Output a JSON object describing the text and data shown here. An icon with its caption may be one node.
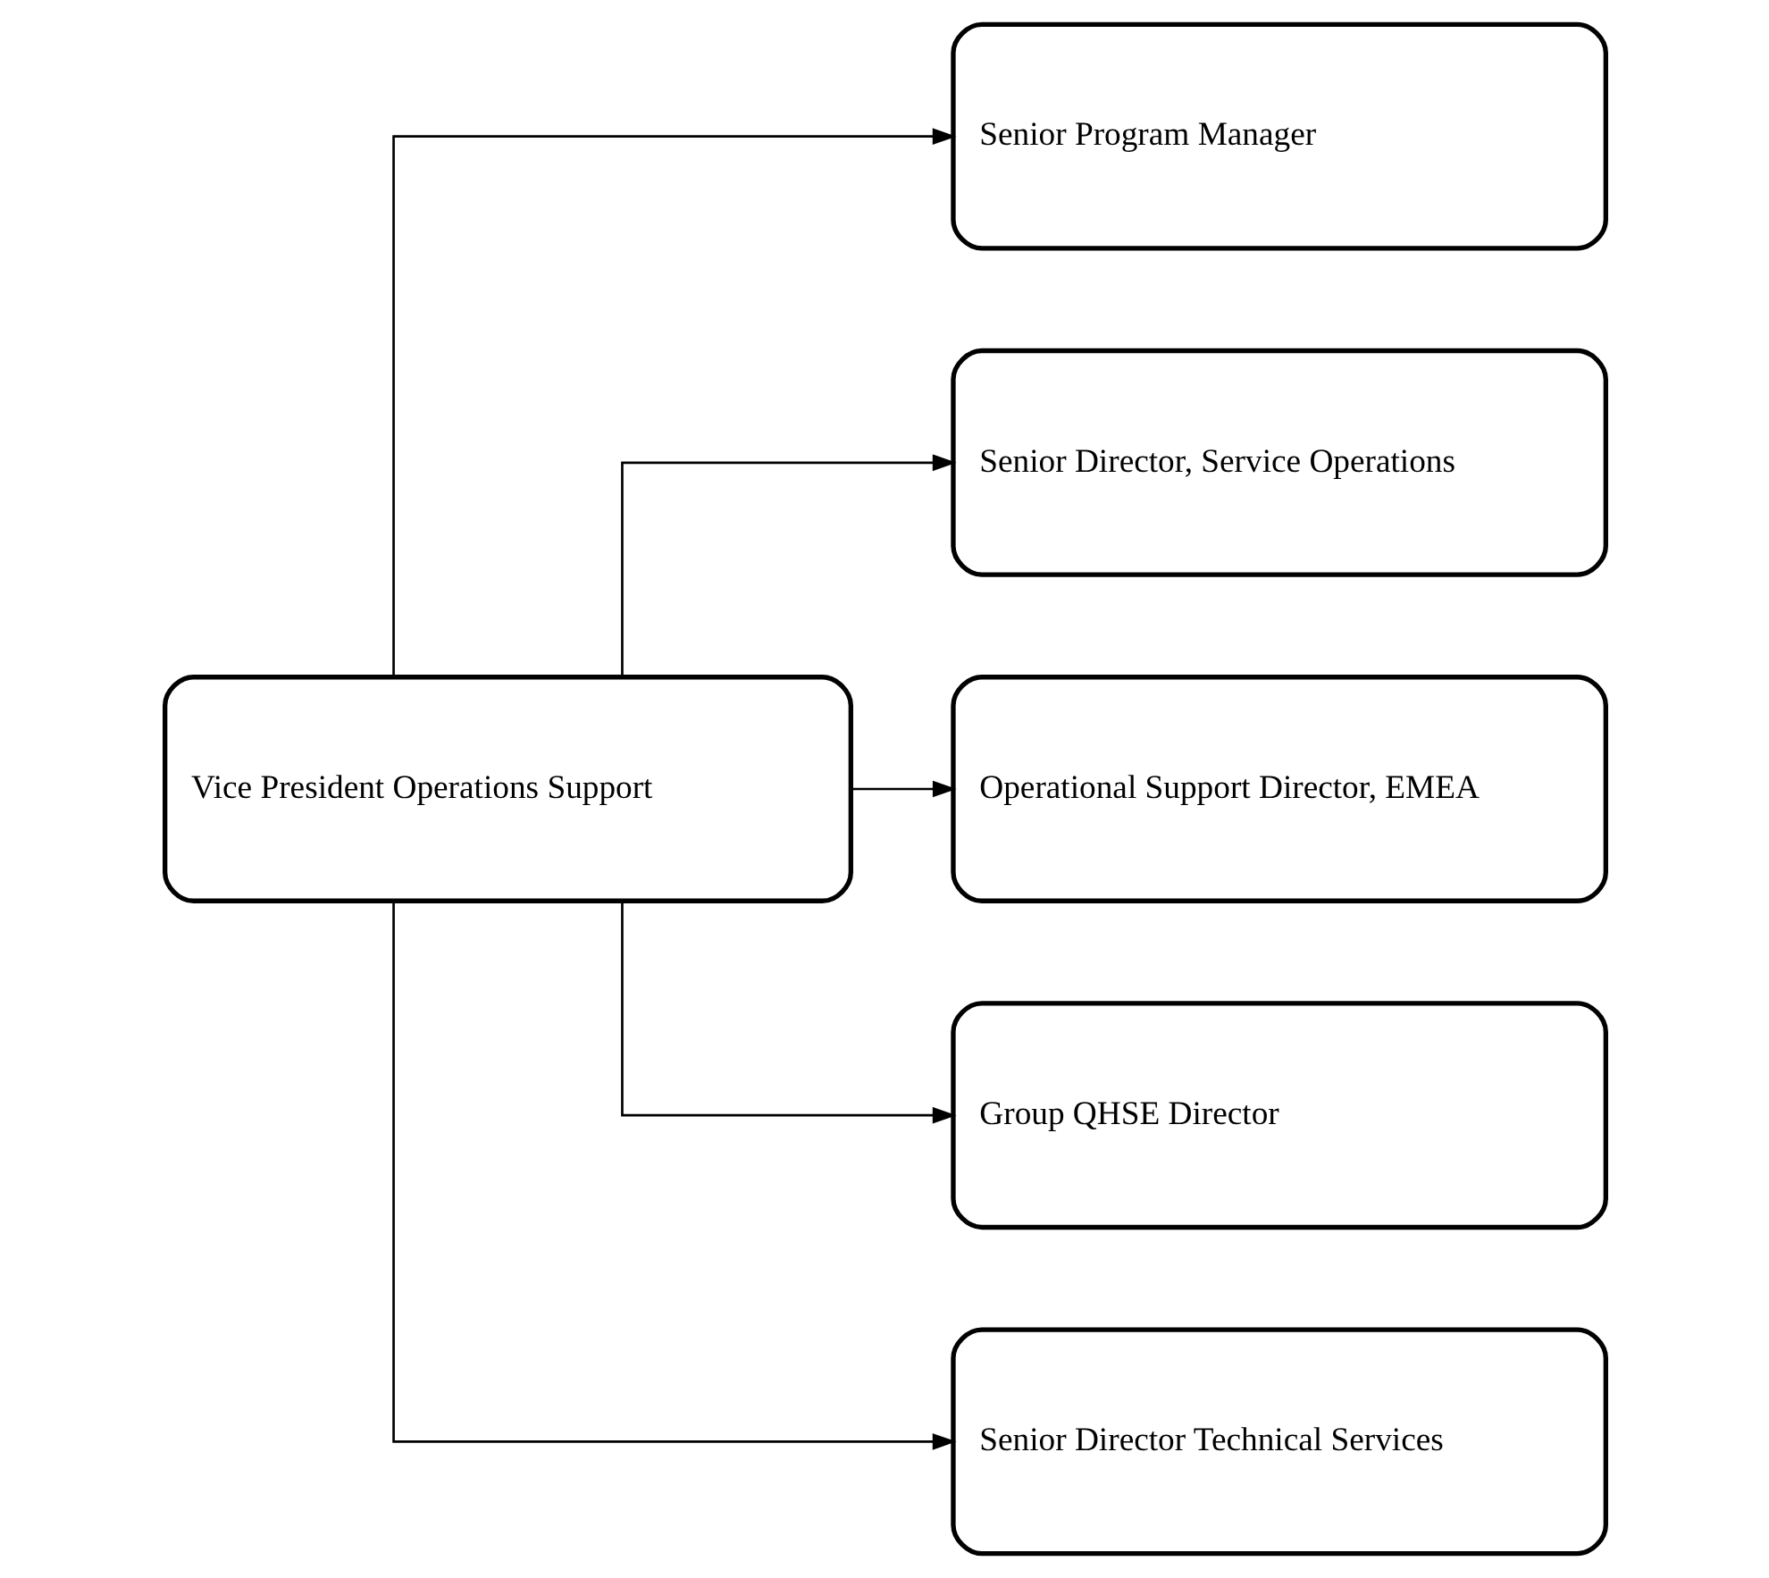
{
  "diagram": {
    "nodes": [
      {
        "text": [
          "Vice President Operations Support"
        ]
      },
      {
        "text": [
          "Senior Program Manager"
        ]
      },
      {
        "text": [
          "Senior Director, Service Operations"
        ]
      },
      {
        "text": [
          "Operational Support Director, EMEA"
        ]
      },
      {
        "text": [
          "Group QHSE Director"
        ]
      },
      {
        "text": [
          "Senior Director Technical Services"
        ]
      }
    ],
    "edges": [
      {
        "from": 0,
        "to": 1,
        "arrow": "to"
      },
      {
        "from": 0,
        "to": 2,
        "arrow": "to"
      },
      {
        "from": 0,
        "to": 3,
        "arrow": "to"
      },
      {
        "from": 0,
        "to": 4,
        "arrow": "to"
      },
      {
        "from": 0,
        "to": 5,
        "arrow": "to"
      }
    ]
  }
}
